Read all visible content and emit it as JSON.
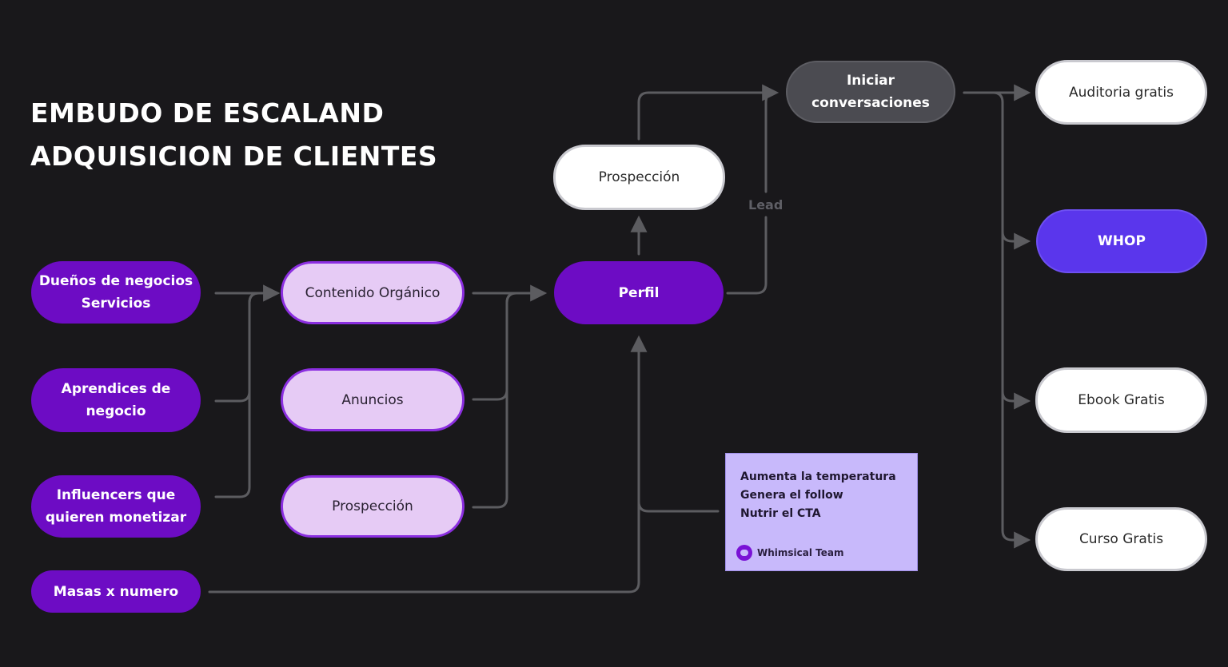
{
  "title": {
    "line1": "EMBUDO DE ESCALAND",
    "line2": "ADQUISICION DE CLIENTES"
  },
  "sources": {
    "duenos": "Dueños de negocios\nServicios",
    "aprendices": "Aprendices de\nnegocio",
    "influencers": "Influencers que\nquieren monetizar",
    "masas": "Masas x numero"
  },
  "channels": {
    "contenido": "Contenido Orgánico",
    "anuncios": "Anuncios",
    "prospeccion": "Prospección"
  },
  "perfil": "Perfil",
  "prospeccion_top": "Prospección",
  "iniciar": "Iniciar\nconversaciones",
  "lead_label": "Lead",
  "offers": {
    "auditoria": "Auditoria gratis",
    "whop": "WHOP",
    "ebook": "Ebook Gratis",
    "curso": "Curso  Gratis"
  },
  "sticky": {
    "lines": [
      "Aumenta la temperatura",
      "Genera el follow",
      "Nutrir el CTA"
    ],
    "author": "Whimsical Team",
    "author_icon": "whimsical-logo-icon"
  },
  "colors": {
    "background": "#19181b",
    "source_fill": "#6d0cc4",
    "channel_fill": "#e6cbf5",
    "whop_fill": "#5a36ec",
    "connector": "#5c5c60",
    "sticky_fill": "#c8b9fb"
  }
}
